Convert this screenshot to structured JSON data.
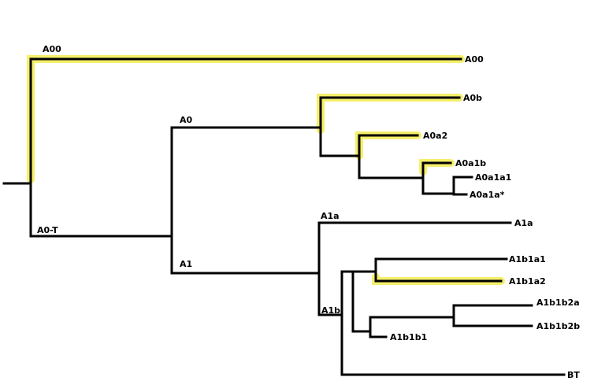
{
  "tree": {
    "root_label": "A0-T",
    "highlight_color": "#f2ea3a",
    "line_color": "#000000",
    "internal_labels": {
      "a00": "A00",
      "a0": "A0",
      "a1": "A1",
      "a1a": "A1a",
      "a1b": "A1b"
    },
    "leaves": {
      "a00": "A00",
      "a0b": "A0b",
      "a0a2": "A0a2",
      "a0a1b": "A0a1b",
      "a0a1a1": "A0a1a1",
      "a0a1a_star": "A0a1a*",
      "a1a": "A1a",
      "a1b1a1": "A1b1a1",
      "a1b1a2": "A1b1a2",
      "a1b1b2a": "A1b1b2a",
      "a1b1b2b": "A1b1b2b",
      "a1b1b1": "A1b1b1",
      "bt": "BT"
    }
  }
}
